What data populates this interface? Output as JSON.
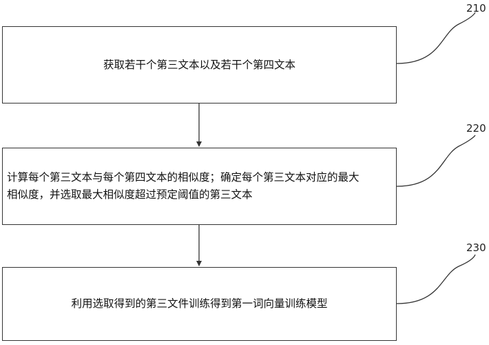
{
  "steps": [
    {
      "ref": "210",
      "lines": [
        "获取若干个第三文本以及若干个第四文本"
      ]
    },
    {
      "ref": "220",
      "lines": [
        "计算每个第三文本与每个第四文本的相似度；确定每个第三文本对应的最大",
        "相似度，并选取最大相似度超过预定阈值的第三文本"
      ]
    },
    {
      "ref": "230",
      "lines": [
        "利用选取得到的第三文件训练得到第一词向量训练模型"
      ]
    }
  ]
}
